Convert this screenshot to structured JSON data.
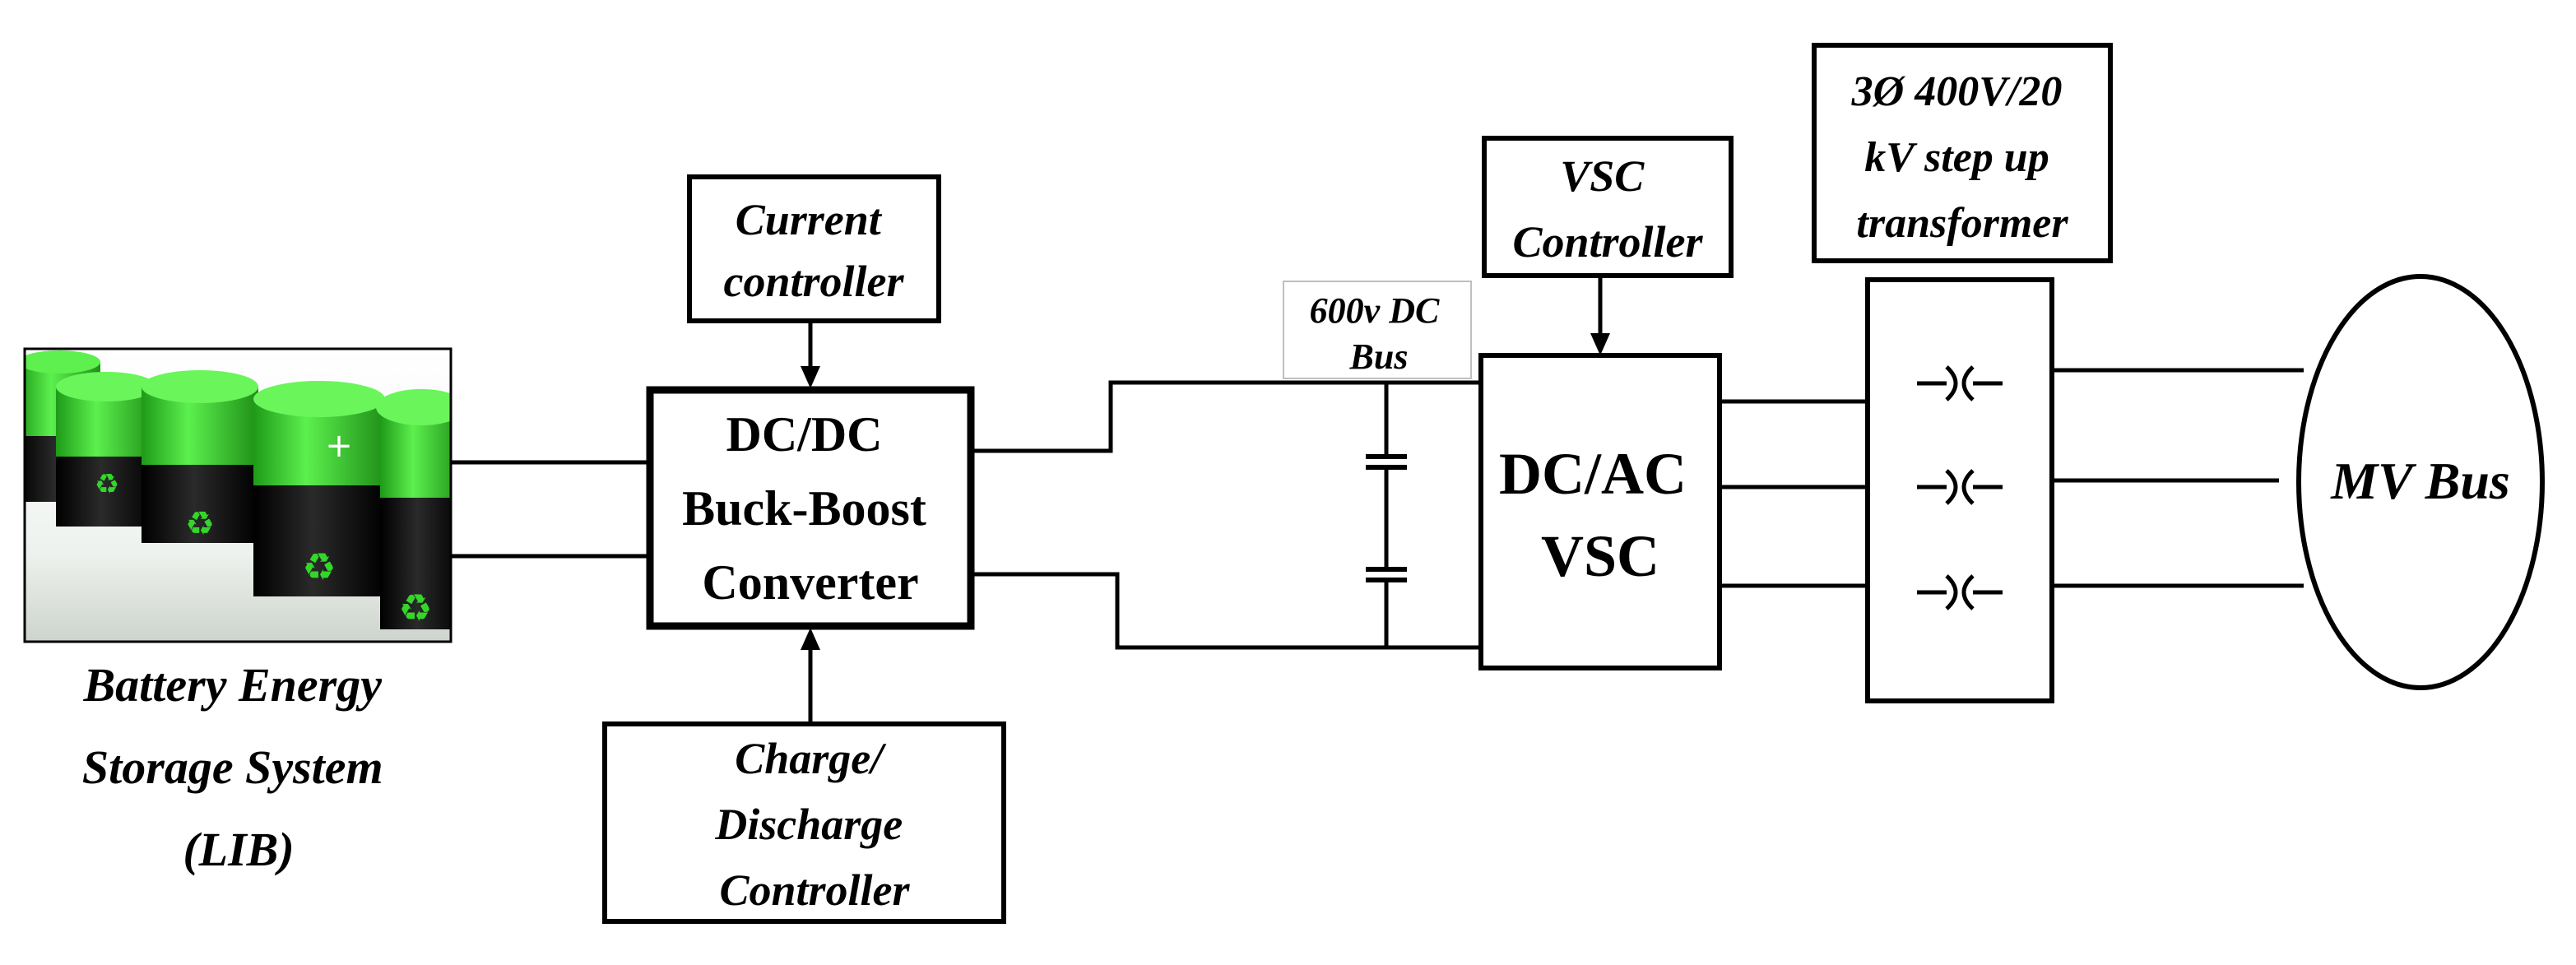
{
  "diagram": {
    "battery_caption": [
      "Battery Energy",
      "Storage System",
      "(LIB)"
    ],
    "current_controller": [
      "Current",
      "controller"
    ],
    "converter": [
      "DC/DC",
      "Buck-Boost",
      "Converter"
    ],
    "charge_controller": [
      "Charge/",
      "Discharge",
      "Controller"
    ],
    "dc_bus": [
      "600v DC",
      "Bus"
    ],
    "vsc_controller": [
      "VSC",
      "Controller"
    ],
    "vsc": [
      "DC/AC",
      "VSC"
    ],
    "transformer_label": [
      "3Ø 400V/20",
      "kV step up",
      "transformer"
    ],
    "mv_bus": "MV Bus"
  },
  "colors": {
    "battery_green": "#34d62a",
    "battery_dark": "#101010",
    "line": "#000000"
  }
}
